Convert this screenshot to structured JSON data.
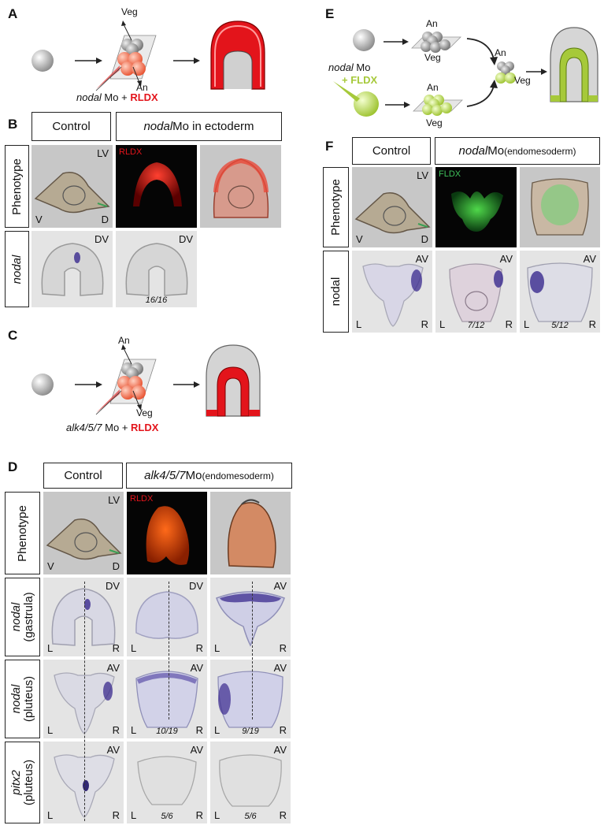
{
  "panels": {
    "A": {
      "letter": "A",
      "veg": "Veg",
      "an": "An",
      "label_mo": "nodal",
      "label_mo_rest": " Mo + ",
      "label_dye": "RLDX"
    },
    "B": {
      "letter": "B",
      "col_control": "Control",
      "col_treat_it": "nodal",
      "col_treat_rest": " Mo in ectoderm",
      "row1": "Phenotype",
      "row2": "nodal",
      "lv": "LV",
      "v": "V",
      "d": "D",
      "dye": "RLDX",
      "dv1": "DV",
      "dv2": "DV",
      "frac": "16/16"
    },
    "C": {
      "letter": "C",
      "an": "An",
      "veg": "Veg",
      "label_mo": "alk4/5/7",
      "label_mo_rest": " Mo + ",
      "label_dye": "RLDX"
    },
    "D": {
      "letter": "D",
      "col_control": "Control",
      "col_treat_it": "alk4/5/7",
      "col_treat_rest": " Mo",
      "col_treat_small": " (endomesoderm)",
      "row1": "Phenotype",
      "row2_it": "nodal",
      "row2_sub": "(gastrula)",
      "row3_it": "nodal",
      "row3_sub": "(pluteus)",
      "row4_it": "pitx2",
      "row4_sub": "(pluteus)",
      "lv": "LV",
      "v": "V",
      "d": "D",
      "dye": "RLDX",
      "dv": "DV",
      "av": "AV",
      "l": "L",
      "r": "R",
      "frac_n1": "10/19",
      "frac_n2": "9/19",
      "frac_p1": "5/6",
      "frac_p2": "5/6"
    },
    "E": {
      "letter": "E",
      "an": "An",
      "veg": "Veg",
      "label_mo": "nodal",
      "label_mo_rest": " Mo",
      "label_plus": "+ ",
      "label_dye": "FLDX"
    },
    "F": {
      "letter": "F",
      "col_control": "Control",
      "col_treat_it": "nodal",
      "col_treat_rest": " Mo ",
      "col_treat_small": "(endomesoderm)",
      "row1": "Phenotype",
      "row2": "nodal",
      "lv": "LV",
      "v": "V",
      "d": "D",
      "dye": "FLDX",
      "av": "AV",
      "l": "L",
      "r": "R",
      "frac1": "7/12",
      "frac2": "5/12"
    }
  },
  "colors": {
    "rldx": "#e3141b",
    "fldx": "#a6c93a",
    "stain": "#3a2a8e"
  }
}
